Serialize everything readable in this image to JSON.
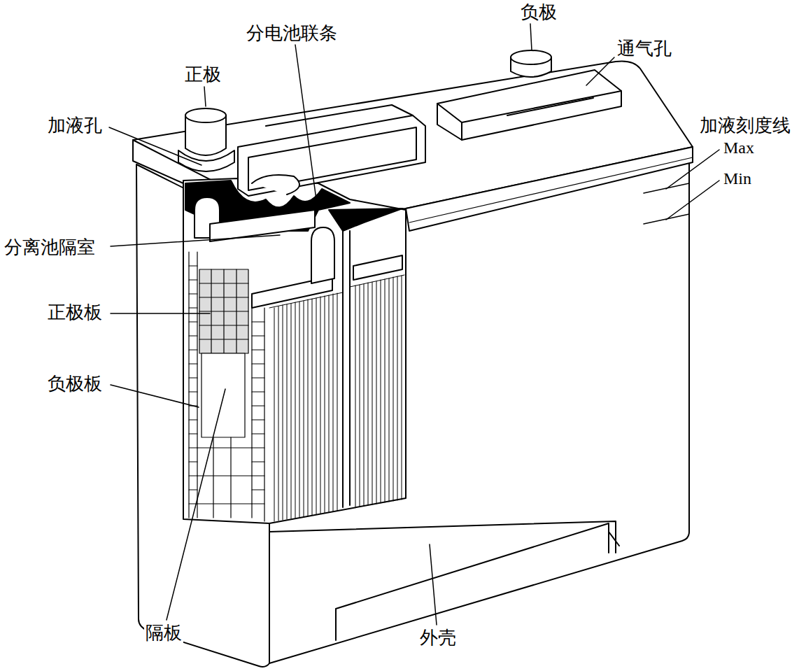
{
  "diagram": {
    "labels": [
      "负极",
      "分电池联条",
      "通气孔",
      "正极",
      "加液孔",
      "加液刻度线",
      "Max",
      "Min",
      "分离池隔室",
      "正极板",
      "负极板",
      "隔板",
      "外壳"
    ]
  }
}
